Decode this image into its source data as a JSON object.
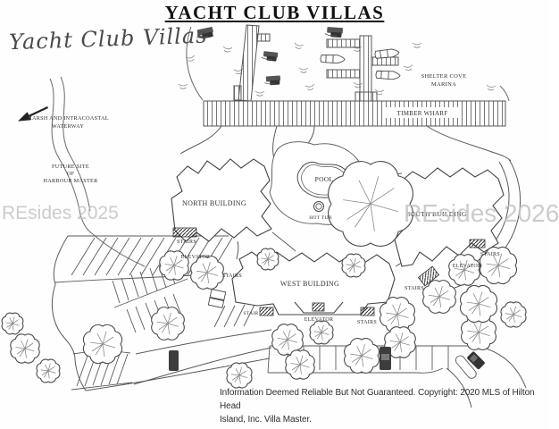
{
  "header": {
    "title": "YACHT CLUB VILLAS"
  },
  "logo": {
    "script_text": "Yacht Club Villas"
  },
  "watermarks": {
    "left": "REsides 2025",
    "right": "REsides 2026"
  },
  "map": {
    "water": {
      "marina_line1": "SHELTER COVE",
      "marina_line2": "MARINA",
      "marsh_line1": "MARSH AND INTRACOASTAL",
      "marsh_line2": "WATERWAY",
      "wharf_label": "TIMBER WHARF"
    },
    "site": {
      "future_line1": "FUTURE SITE",
      "future_line2": "OF",
      "future_line3": "HARBOUR MASTER",
      "north_building": "NORTH BUILDING",
      "south_building": "SOUTH BUILDING",
      "west_building": "WEST BUILDING",
      "pool": "POOL",
      "hot_tub": "HOT TUB",
      "stairs": "STAIRS",
      "stair": "STAIR",
      "elevator": "ELEVATOR"
    }
  },
  "footer": {
    "line1": "Information Deemed Reliable But Not Guaranteed. Copyright: 2020 MLS of Hilton Head",
    "line2": "Island, Inc. Villa Master."
  },
  "colors": {
    "ink": "#4a4a4a",
    "ink_light": "#8a8a8a",
    "watermark": "#c4c4c4",
    "paper": "#fefefe"
  }
}
